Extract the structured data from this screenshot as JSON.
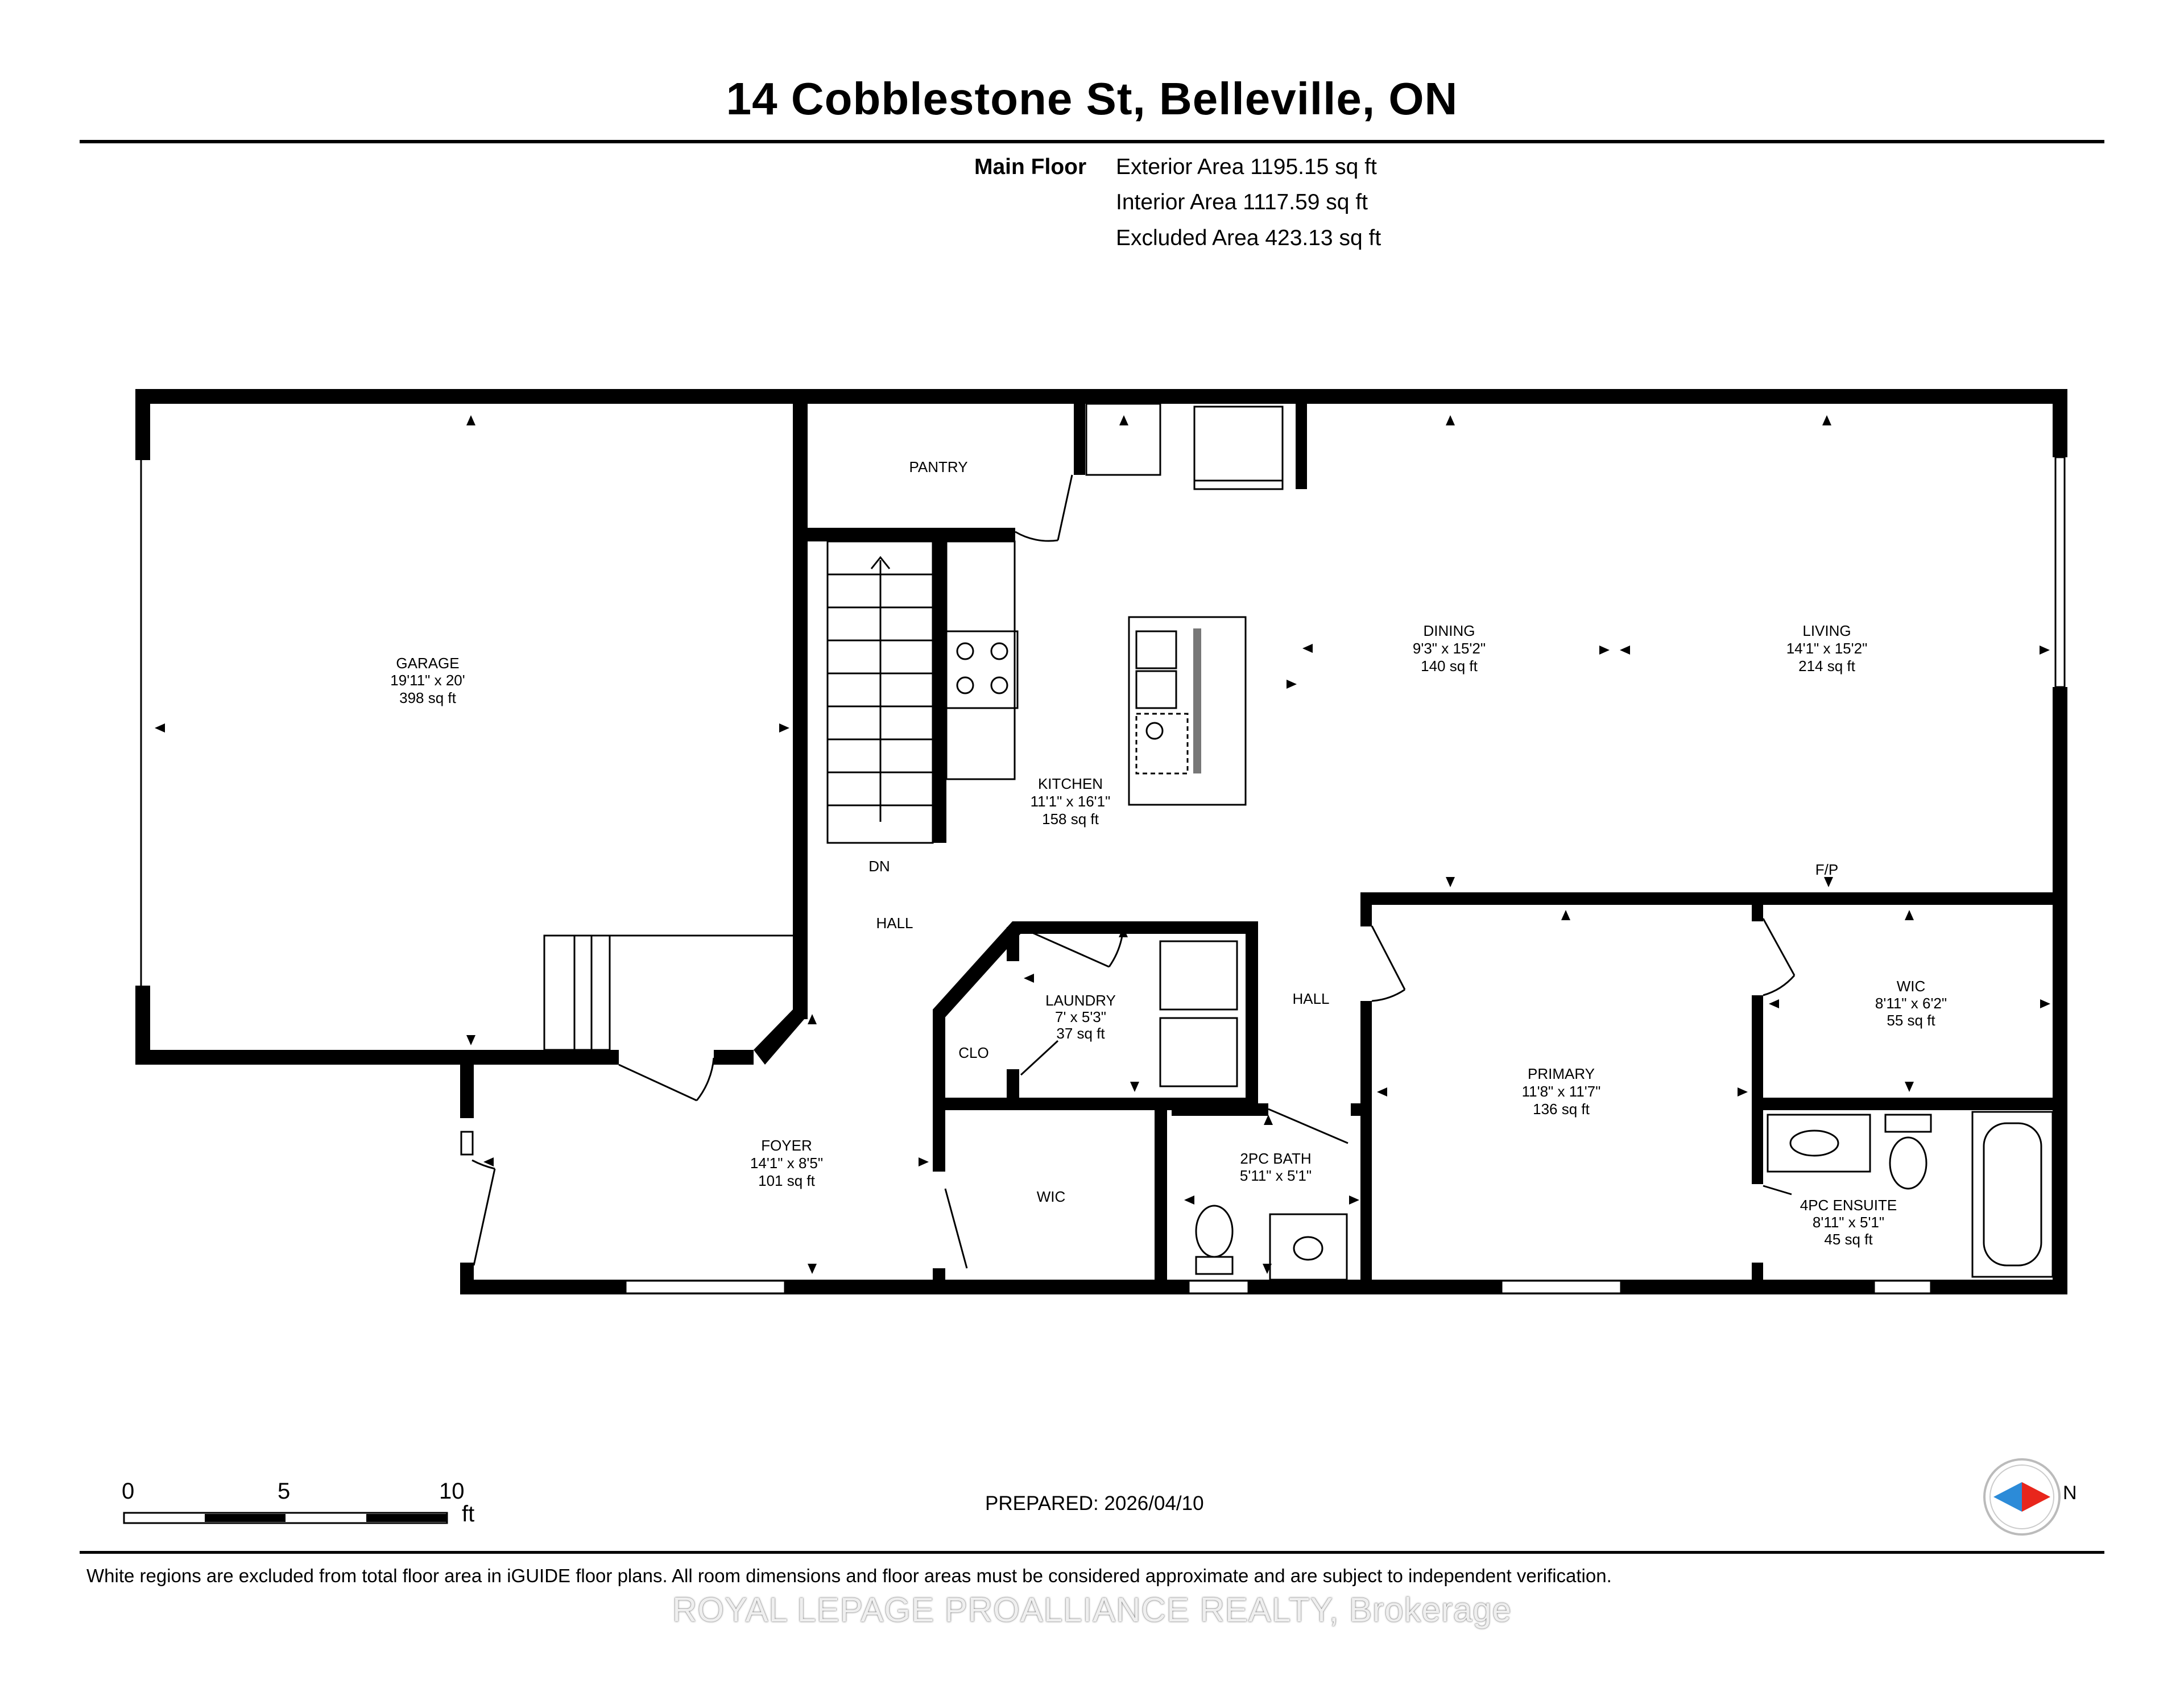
{
  "header": {
    "title": "14 Cobblestone St, Belleville, ON"
  },
  "areas": {
    "floor_label": "Main Floor",
    "exterior": "Exterior Area 1195.15 sq ft",
    "interior": "Interior Area 1117.59 sq ft",
    "excluded": "Excluded Area 423.13 sq ft"
  },
  "rooms": {
    "pantry": {
      "name": "PANTRY"
    },
    "garage": {
      "name": "GARAGE",
      "dims": "19'11\" x 20'",
      "area": "398 sq ft"
    },
    "kitchen": {
      "name": "KITCHEN",
      "dims": "11'1\" x 16'1\"",
      "area": "158 sq ft"
    },
    "dining": {
      "name": "DINING",
      "dims": "9'3\" x 15'2\"",
      "area": "140 sq ft"
    },
    "living": {
      "name": "LIVING",
      "dims": "14'1\" x 15'2\"",
      "area": "214 sq ft"
    },
    "dn": {
      "name": "DN"
    },
    "hall_left": {
      "name": "HALL"
    },
    "hall_right": {
      "name": "HALL"
    },
    "fp": {
      "name": "F/P"
    },
    "laundry": {
      "name": "LAUNDRY",
      "dims": "7' x 5'3\"",
      "area": "37 sq ft"
    },
    "clo": {
      "name": "CLO"
    },
    "wic_small": {
      "name": "WIC"
    },
    "wic_primary": {
      "name": "WIC",
      "dims": "8'11\" x 6'2\"",
      "area": "55 sq ft"
    },
    "primary": {
      "name": "PRIMARY",
      "dims": "11'8\" x 11'7\"",
      "area": "136 sq ft"
    },
    "foyer": {
      "name": "FOYER",
      "dims": "14'1\" x 8'5\"",
      "area": "101 sq ft"
    },
    "bath2pc": {
      "name": "2PC BATH",
      "dims": "5'11\" x 5'1\""
    },
    "ensuite": {
      "name": "4PC ENSUITE",
      "dims": "8'11\" x 5'1\"",
      "area": "45 sq ft"
    }
  },
  "scale": {
    "labels": [
      "0",
      "5",
      "10"
    ],
    "unit": "ft"
  },
  "compass": {
    "label": "N"
  },
  "prepared": "PREPARED: 2026/04/10",
  "footnote": "White regions are excluded from total floor area in iGUIDE floor plans. All room dimensions and floor areas must be considered approximate and are subject to independent verification.",
  "watermark": "ROYAL LEPAGE PROALLIANCE REALTY, Brokerage",
  "colors": {
    "wall": "#000000",
    "fixture": "#555555",
    "compass_red": "#e8261c",
    "compass_blue": "#2c8bd8"
  }
}
